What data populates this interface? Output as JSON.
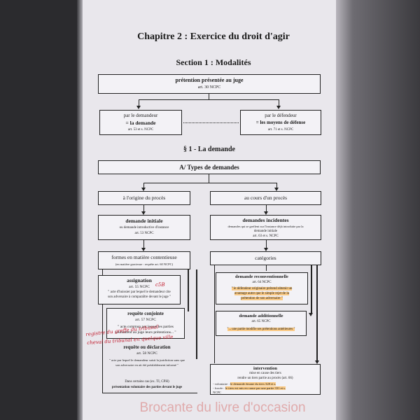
{
  "chapter_title": "Chapitre 2 : Exercice du droit d'agir",
  "section_title": "Section 1 : Modalités",
  "box_pretention": {
    "title": "prétention présentée au juge",
    "ref": "art. 30 NCPC"
  },
  "box_demandeur": {
    "line1": "par le demandeur",
    "line2": "= la demande",
    "ref": "art. 53 et s. NCPC"
  },
  "box_defendeur": {
    "line1": "par le défendeur",
    "line2": "= les moyens de défense",
    "ref": "art. 71 et s. NCPC"
  },
  "para_title": "§ 1 - La   demande",
  "subsection_title": "A/ Types de demandes",
  "box_origine": "à l'origine du procès",
  "box_cours": "au cours d'un procès",
  "box_initiale": {
    "title": "demande initiale",
    "desc": "ou demande introductive d'instance",
    "ref": "art. 53 NCPC"
  },
  "box_incidentes": {
    "title": "demandes  incidentes",
    "desc1": "demandes qui se greffent sur l'instance déjà introduite par la",
    "desc2": "demande  initiale",
    "ref": "art. 63 et s. NCPC"
  },
  "box_formes": {
    "title": "formes  en matière contentieuse",
    "desc": "(en matière gracieuse : requête art. 60 NCPC)"
  },
  "box_categories": "catégories",
  "box_assignation": {
    "title": "assignation",
    "ref": "art. 55 NCPC",
    "desc1": "\" acte d'huissier par lequel le demandeur cite",
    "desc2": "son adversaire à comparaître devant le juge \""
  },
  "margin_note_1": "c5B",
  "box_reconv": {
    "title": "demande reconventionnelle",
    "ref": "art. 64 NCPC",
    "desc1": "\" le défendeur originaire prétend obtenir un",
    "desc2": "avantage autre que le simple rejet de la",
    "desc3": "prétention de son adversaire \""
  },
  "box_requete": {
    "title": "requête conjointe",
    "ref": "art. 57 NCPC",
    "desc1": "\" acte commun par lequel les parties",
    "desc2": "soumettent au juge leurs prétentions... \""
  },
  "box_additionnelle": {
    "title": "demande additionnelle",
    "ref": "art. 65 NCPC",
    "desc": "\"... une partie modifie ses prétentions antérieures \""
  },
  "ink_note_1": "registre du greffe du tribunal",
  "ink_note_2": "cheval du tribunal en quelque ville",
  "box_declaration": {
    "title": "requête ou déclaration",
    "ref": "art. 58 NCPC",
    "desc1": "\" acte par lequel le demandeur saisit la juridiction sans que",
    "desc2": "son adversaire en ait été préalablement informé \""
  },
  "box_intervention": {
    "title": "intervention",
    "desc1": "mise en cause des tiers",
    "desc2": "rendre un tiers partie au procès (art. 66)",
    "vol_label": "- volontaire :",
    "vol_text": "le demande émane du tiers 328 et s.",
    "forced_label": "- forcée :",
    "forced_text": "le tiers est mis en cause par une partie 331 et s.",
    "ref": "NCPC"
  },
  "box_volontaire": {
    "line1": "Dans certains cas (ex. TI, CPH)",
    "line2": "présentation volontaire des parties devant le juge"
  },
  "watermark": "Brocante du livre d'occasion"
}
